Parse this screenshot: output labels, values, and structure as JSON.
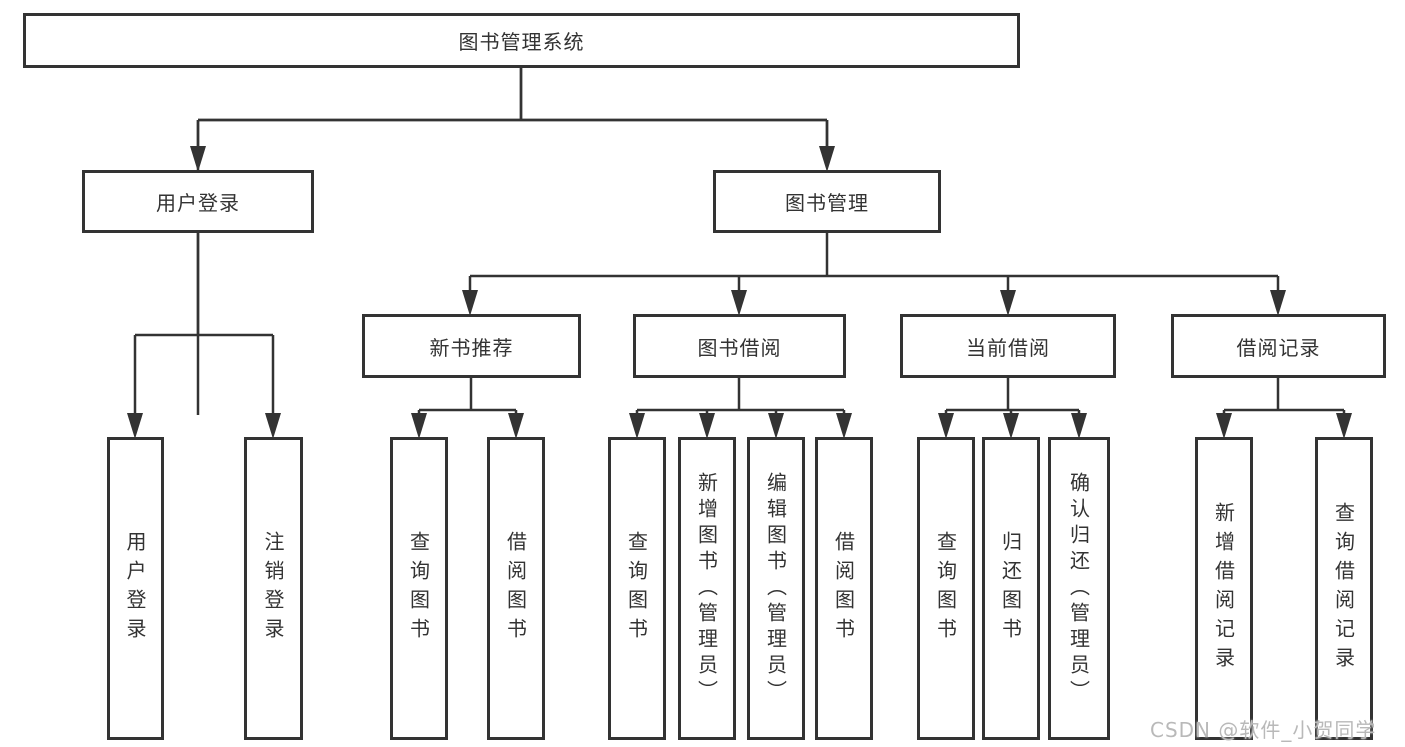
{
  "diagram": {
    "type": "hierarchy-tree",
    "root": {
      "label": "图书管理系统"
    },
    "level2": [
      {
        "id": "user-login",
        "label": "用户登录"
      },
      {
        "id": "book-management",
        "label": "图书管理"
      }
    ],
    "level3": [
      {
        "id": "new-book-recommend",
        "label": "新书推荐",
        "parent": "图书管理"
      },
      {
        "id": "book-borrowing",
        "label": "图书借阅",
        "parent": "图书管理"
      },
      {
        "id": "current-borrowing",
        "label": "当前借阅",
        "parent": "图书管理"
      },
      {
        "id": "borrowing-records",
        "label": "借阅记录",
        "parent": "图书管理"
      }
    ],
    "level4": [
      {
        "label": "用户登录",
        "parent": "用户登录"
      },
      {
        "label": "注销登录",
        "parent": "用户登录"
      },
      {
        "label": "查询图书",
        "parent": "新书推荐"
      },
      {
        "label": "借阅图书",
        "parent": "新书推荐"
      },
      {
        "label": "查询图书",
        "parent": "图书借阅"
      },
      {
        "label": "新增图书（管理员）",
        "parent": "图书借阅"
      },
      {
        "label": "编辑图书（管理员）",
        "parent": "图书借阅"
      },
      {
        "label": "借阅图书",
        "parent": "图书借阅"
      },
      {
        "label": "查询图书",
        "parent": "当前借阅"
      },
      {
        "label": "归还图书",
        "parent": "当前借阅"
      },
      {
        "label": "确认归还（管理员）",
        "parent": "当前借阅"
      },
      {
        "label": "新增借阅记录",
        "parent": "借阅记录"
      },
      {
        "label": "查询借阅记录",
        "parent": "借阅记录"
      }
    ]
  },
  "watermark": {
    "text": "CSDN @软件_小贺同学"
  },
  "colors": {
    "line": "#333333",
    "box_border": "#333333",
    "text": "#333333",
    "watermark": "#b9b9b9",
    "background": "#ffffff"
  }
}
